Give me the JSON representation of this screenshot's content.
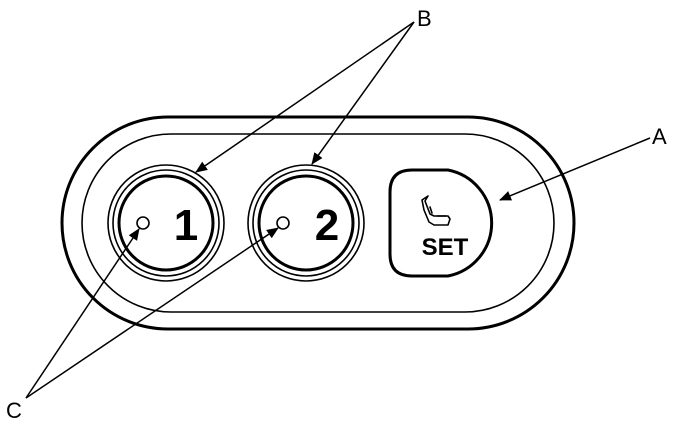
{
  "callouts": {
    "a": "A",
    "b": "B",
    "c": "C"
  },
  "panel": {
    "button_1_label": "1",
    "button_2_label": "2",
    "set_button_label": "SET",
    "set_button_icon": "seat-icon"
  },
  "colors": {
    "line": "#000000",
    "background": "#ffffff"
  }
}
